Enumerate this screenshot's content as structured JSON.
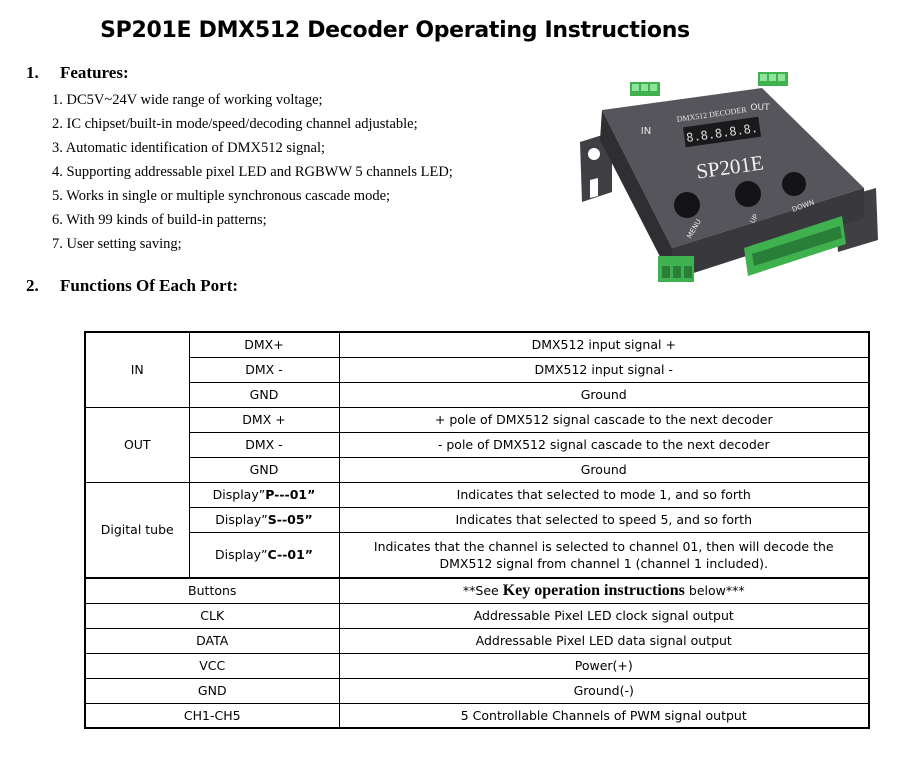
{
  "title": "SP201E DMX512 Decoder Operating Instructions",
  "features": {
    "number": "1.",
    "heading": "Features:",
    "items": [
      "1. DC5V~24V wide range of working voltage;",
      "2. IC chipset/built-in mode/speed/decoding channel adjustable;",
      "3. Automatic identification of DMX512 signal;",
      "4. Supporting addressable pixel LED and RGBWW 5 channels LED;",
      "5. Works in single or multiple synchronous cascade mode;",
      "6. With 99 kinds of build-in patterns;",
      "7. User setting saving;"
    ]
  },
  "functions": {
    "number": "2.",
    "heading": "Functions Of Each Port:"
  },
  "device": {
    "label_in": "IN",
    "label_out": "OUT",
    "label_decoder": "DMX512 DECODER",
    "display": "8.8.8.8.8.",
    "model": "SP201E",
    "btn_menu": "MENU",
    "btn_up": "UP",
    "btn_down": "DOWN"
  },
  "table": {
    "in_group": "IN",
    "in_rows": [
      {
        "port": "DMX+",
        "desc": "DMX512 input signal +"
      },
      {
        "port": "DMX -",
        "desc": "DMX512 input signal -"
      },
      {
        "port": "GND",
        "desc": "Ground"
      }
    ],
    "out_group": "OUT",
    "out_rows": [
      {
        "port": "DMX +",
        "desc": "+ pole of DMX512 signal cascade to the next decoder"
      },
      {
        "port": "DMX -",
        "desc": "- pole of DMX512 signal cascade to the next decoder"
      },
      {
        "port": "GND",
        "desc": "Ground"
      }
    ],
    "tube_group": "Digital tube",
    "tube_rows": [
      {
        "port_prefix": "Display”",
        "port_bold": "P---01”",
        "desc": "Indicates that selected to mode 1, and so forth"
      },
      {
        "port_prefix": "Display”",
        "port_bold": "S--05”",
        "desc": "Indicates that selected to speed 5, and so forth"
      },
      {
        "port_prefix": "Display”",
        "port_bold": "C--01”",
        "desc_line1": "Indicates that the channel is selected to channel 01, then will decode the",
        "desc_line2": "DMX512 signal from channel 1 (channel 1 included)."
      }
    ],
    "buttons": {
      "port": "Buttons",
      "desc_pre": "**See ",
      "desc_bold": "Key operation instructions",
      "desc_post": " below***"
    },
    "single_rows": [
      {
        "port": "CLK",
        "desc": "Addressable Pixel LED clock signal output"
      },
      {
        "port": "DATA",
        "desc": "Addressable Pixel LED data signal output"
      },
      {
        "port": "VCC",
        "desc": "Power(+)"
      },
      {
        "port": "GND",
        "desc": "Ground(-)"
      },
      {
        "port": "CH1-CH5",
        "desc": "5 Controllable Channels of PWM signal output"
      }
    ]
  }
}
